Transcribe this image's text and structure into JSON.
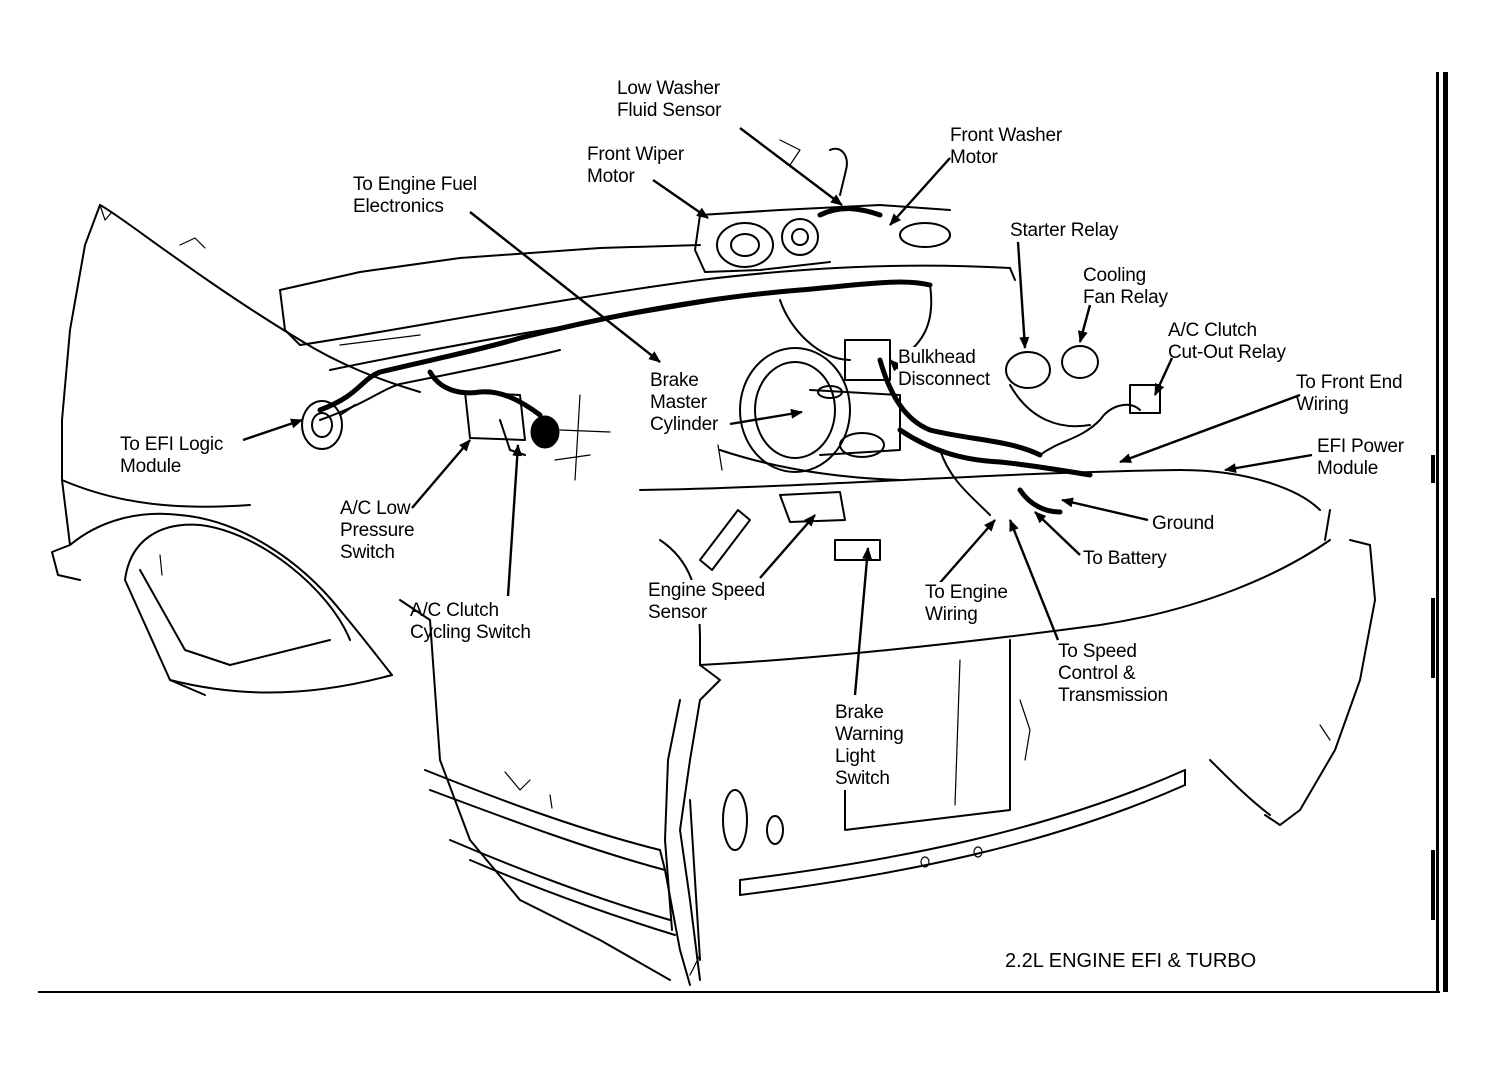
{
  "caption": "2.2L ENGINE EFI & TURBO",
  "labels": {
    "low_washer": [
      "Low Washer",
      "Fluid Sensor"
    ],
    "front_washer": [
      "Front Washer",
      "Motor"
    ],
    "front_wiper": [
      "Front Wiper",
      "Motor"
    ],
    "engine_fuel": [
      "To Engine Fuel",
      "Electronics"
    ],
    "starter_relay": [
      "Starter Relay"
    ],
    "cooling_fan": [
      "Cooling",
      "Fan Relay"
    ],
    "ac_clutch_cutout": [
      "A/C Clutch",
      "Cut-Out Relay"
    ],
    "bulkhead": [
      "Bulkhead",
      "Disconnect"
    ],
    "front_end": [
      "To Front End",
      "Wiring"
    ],
    "brake_master": [
      "Brake",
      "Master",
      "Cylinder"
    ],
    "efi_logic": [
      "To EFI Logic",
      "Module"
    ],
    "efi_power": [
      "EFI Power",
      "Module"
    ],
    "ground": [
      "Ground"
    ],
    "battery": [
      "To Battery"
    ],
    "ac_low": [
      "A/C Low",
      "Pressure",
      "Switch"
    ],
    "engine_speed": [
      "Engine Speed",
      "Sensor"
    ],
    "engine_wiring": [
      "To Engine",
      "Wiring"
    ],
    "ac_cycling": [
      "A/C Clutch",
      "Cycling Switch"
    ],
    "speed_control": [
      "To Speed",
      "Control &",
      "Transmission"
    ],
    "brake_warning": [
      "Brake",
      "Warning",
      "Light",
      "Switch"
    ]
  },
  "icons": [
    "arrowhead-icon"
  ]
}
